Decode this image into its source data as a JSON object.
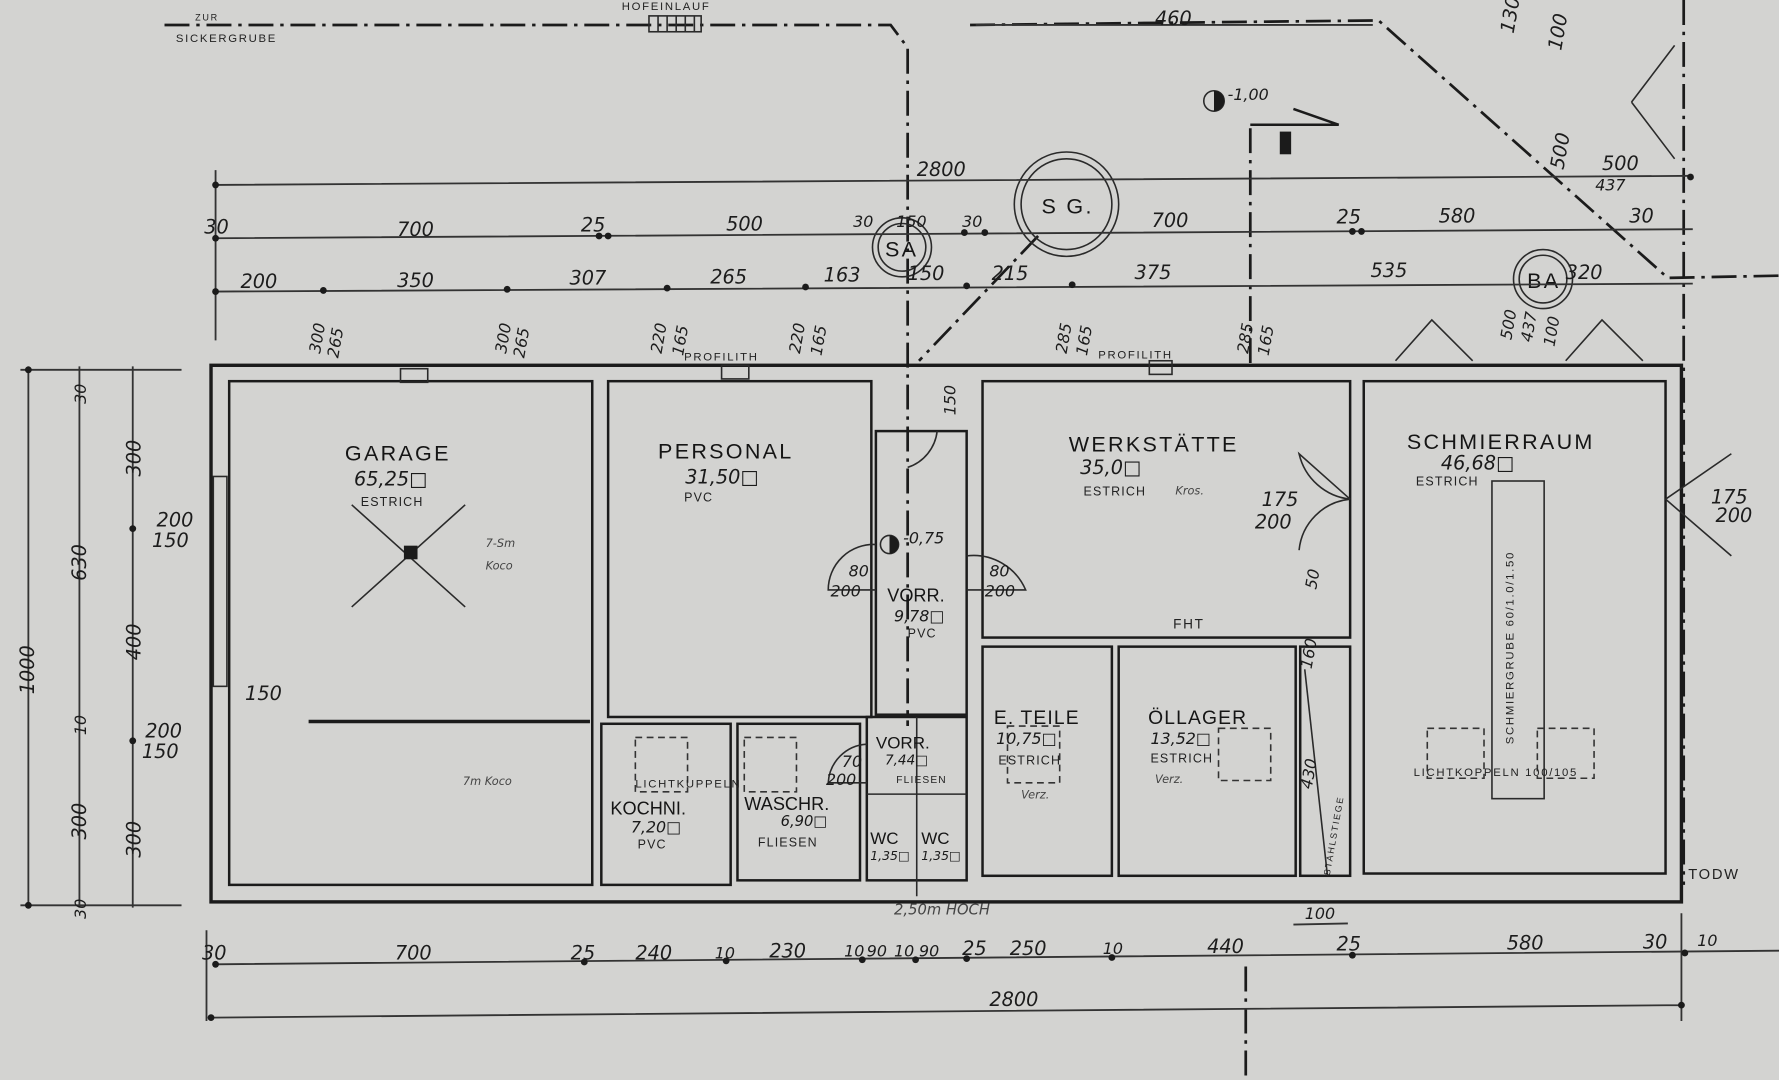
{
  "colors": {
    "paper": "#d3d3d1",
    "ink": "#1b1b1b"
  },
  "rooms": [
    {
      "name": "GARAGE",
      "area": "65,25□",
      "floor": "ESTRICH"
    },
    {
      "name": "PERSONAL",
      "area": "31,50□",
      "floor": "PVC"
    },
    {
      "name": "VORR.",
      "area": "9,78□",
      "floor": "PVC"
    },
    {
      "name": "WERKSTÄTTE",
      "area": "35,0□",
      "floor": "ESTRICH",
      "note": "Kros."
    },
    {
      "name": "SCHMIERRAUM",
      "area": "46,68□",
      "floor": "ESTRICH"
    },
    {
      "name": "E. TEILE",
      "area": "10,75□",
      "floor": "ESTRICH",
      "note": "Verz."
    },
    {
      "name": "ÖLLAGER",
      "area": "13,52□",
      "floor": "ESTRICH",
      "note": "Verz."
    },
    {
      "name": "KOCHNI.",
      "area": "7,20□",
      "floor": "PVC"
    },
    {
      "name": "WASCHR.",
      "area": "6,90□",
      "floor": "FLIESEN"
    },
    {
      "name": "VORR.",
      "area": "7,44□",
      "floor": "FLIESEN"
    },
    {
      "name": "WC",
      "area": "1,35□"
    },
    {
      "name": "WC",
      "area": "1,35□"
    }
  ],
  "labels": {
    "zur": "ZUR",
    "sickergrube": "SICKERGRUBE",
    "hofeinlauf": "HOFEINLAUF",
    "sg": "S G.",
    "sa": "SA",
    "ba": "BA",
    "level_top": "-1,00",
    "level_vorr": "-0,75",
    "profilith": "PROFILITH",
    "lichtkuppeln": "LICHTKUPPELN",
    "lichtkuppeln_size": "LICHTKOPPELN 100/105",
    "schmiergrube": "SCHMIERGRUBE 60/1.0/1.50",
    "fht": "FHT",
    "hoch": "2,50m HOCH",
    "todw": "TODW",
    "stiege": "STAHLSTIEGE",
    "garage_note1": "7-Sm",
    "garage_note2": "Koco",
    "garage_note3": "7m Koco"
  },
  "dimensions": {
    "top_total": "2800",
    "top_460": "460",
    "top_row1": [
      "30",
      "700",
      "25",
      "500",
      "30",
      "150",
      "30",
      "700",
      "25",
      "580",
      "30"
    ],
    "top_row2": [
      "200",
      "350",
      "307",
      "265",
      "163",
      "150",
      "215",
      "375",
      "535",
      "320"
    ],
    "right_top": [
      "500",
      "437",
      "130",
      "100",
      "500"
    ],
    "windows": [
      [
        "300",
        "265"
      ],
      [
        "300",
        "265"
      ],
      [
        "220",
        "165"
      ],
      [
        "220",
        "165"
      ],
      [
        "285",
        "165"
      ],
      [
        "285",
        "165"
      ],
      [
        "500",
        "437",
        "100"
      ]
    ],
    "left": {
      "total": "1000",
      "col2": [
        "30",
        "630",
        "10",
        "300",
        "30"
      ],
      "col3": [
        "300",
        "400",
        "300"
      ],
      "windows": [
        [
          "200",
          "150"
        ],
        [
          "200",
          "150"
        ]
      ]
    },
    "doors": {
      "vorr_left": [
        "80",
        "200"
      ],
      "vorr_right": [
        "80",
        "200"
      ],
      "werk": [
        "175",
        "200"
      ],
      "schmier": [
        "175",
        "200"
      ],
      "vorr_low": [
        "70",
        "200"
      ],
      "corr": "150",
      "werk_side": "50",
      "garage": "150",
      "stair_a": "160",
      "stair_b": "430"
    },
    "bottom_row": [
      "30",
      "700",
      "25",
      "240",
      "10",
      "230",
      "10",
      "90",
      "10",
      "90",
      "25",
      "250",
      "10",
      "440",
      "25",
      "580",
      "30",
      "10"
    ],
    "bottom_100": "100",
    "bottom_total": "2800"
  }
}
